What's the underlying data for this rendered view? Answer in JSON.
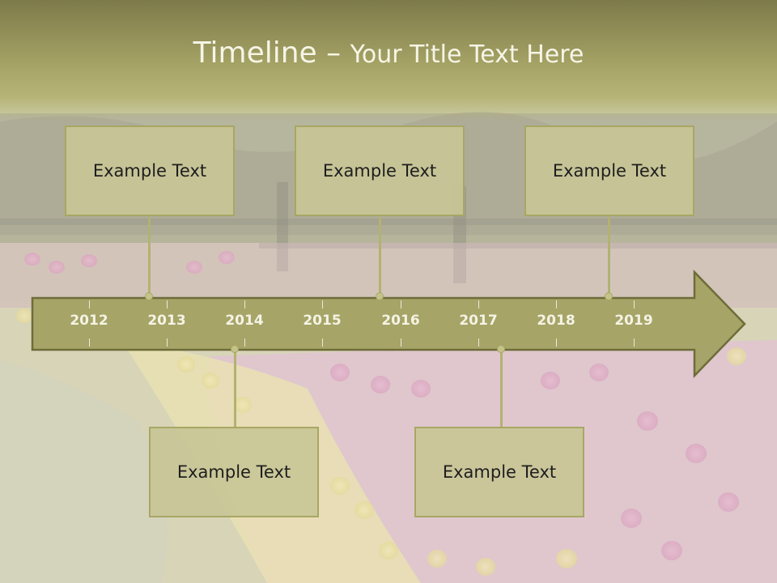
{
  "slide": {
    "title_main": "Timeline – ",
    "title_sub": "Your Title Text Here"
  },
  "timeline": {
    "years": [
      "2012",
      "2013",
      "2014",
      "2015",
      "2016",
      "2017",
      "2018",
      "2019"
    ]
  },
  "events": {
    "top": [
      {
        "text": "Example Text"
      },
      {
        "text": "Example Text"
      },
      {
        "text": "Example Text"
      }
    ],
    "bottom": [
      {
        "text": "Example Text"
      },
      {
        "text": "Example Text"
      }
    ]
  },
  "colors": {
    "title_band": "#a6a466",
    "arrow_fill": "#a5a365",
    "arrow_border": "#6b6a35",
    "box_fill": "#c8c696",
    "box_border": "#a8a764",
    "year_text": "#f4f3e4"
  }
}
